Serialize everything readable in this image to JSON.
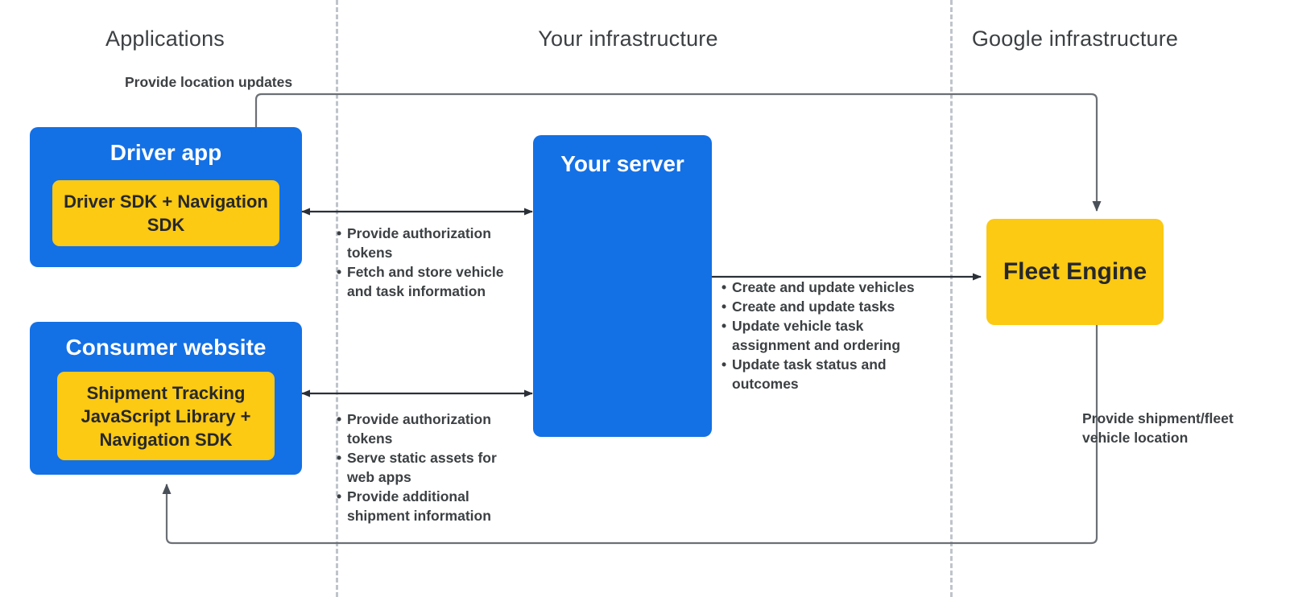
{
  "diagram": {
    "title_columns": [
      {
        "id": "applications",
        "label": "Applications"
      },
      {
        "id": "your-infrastructure",
        "label": "Your infrastructure"
      },
      {
        "id": "google-infrastructure",
        "label": "Google infrastructure"
      }
    ],
    "colors": {
      "blue": "#1470E5",
      "yellow": "#FCC913",
      "text_dark": "#3c4043",
      "text_light": "#ffffff",
      "divider": "#bfc4cb",
      "wire": "#5f6368"
    },
    "nodes": {
      "driver_app": {
        "title": "Driver app",
        "inner": "Driver SDK +\nNavigation SDK"
      },
      "consumer_website": {
        "title": "Consumer website",
        "inner": "Shipment Tracking\nJavaScript Library  +\nNavigation SDK"
      },
      "your_server": {
        "title": "Your server"
      },
      "fleet_engine": {
        "title": "Fleet Engine"
      }
    },
    "annotations": {
      "provide_location_updates": "Provide location updates",
      "provide_shipment_fleet_vehicle_location": "Provide shipment/fleet\nvehicle location",
      "driver_server_bullets": [
        "Provide authorization tokens",
        "Fetch and store vehicle and task information"
      ],
      "consumer_server_bullets": [
        "Provide authorization tokens",
        "Serve static assets for web apps",
        "Provide additional shipment information"
      ],
      "server_fleet_bullets": [
        "Create and update vehicles",
        "Create and update tasks",
        "Update vehicle task assignment and ordering",
        "Update task status and outcomes"
      ]
    }
  }
}
